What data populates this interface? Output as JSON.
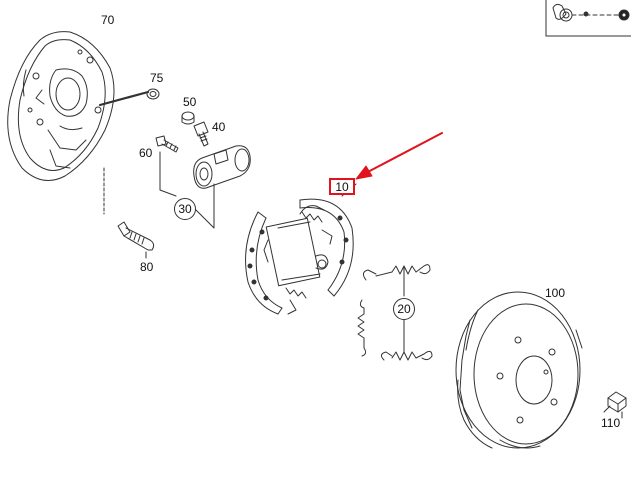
{
  "diagram": {
    "labels": {
      "backing_plate": "70",
      "plug": "75",
      "cap": "50",
      "bleeder_screw": "40",
      "bolt": "60",
      "wheel_cylinder_group": "30",
      "stud_bolt": "80",
      "brake_shoe_kit": "10",
      "springs_group": "20",
      "brake_drum": "100",
      "screw": "110"
    },
    "colors": {
      "line": "#333333",
      "highlight": "#e0141e"
    },
    "icons": {
      "inset": "wheel-bearing-thumbnail-icon",
      "arrow": "red-pointer-arrow-icon"
    }
  }
}
